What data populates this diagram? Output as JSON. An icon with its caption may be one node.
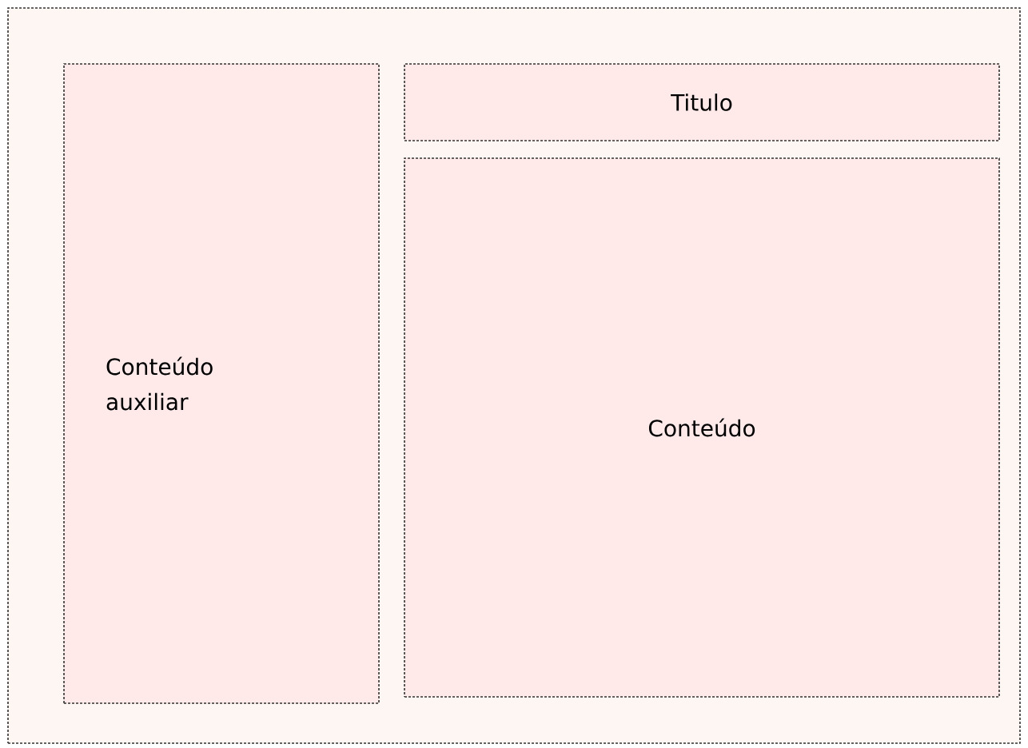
{
  "diagram": {
    "nodes": [
      {
        "text": [],
        "shape": "box"
      },
      {
        "text": [
          "Conteúdo auxiliar"
        ],
        "in": 0
      },
      {
        "text": [
          "Titulo"
        ],
        "in": 0
      },
      {
        "text": [
          "Conteúdo"
        ],
        "in": 0
      }
    ]
  }
}
